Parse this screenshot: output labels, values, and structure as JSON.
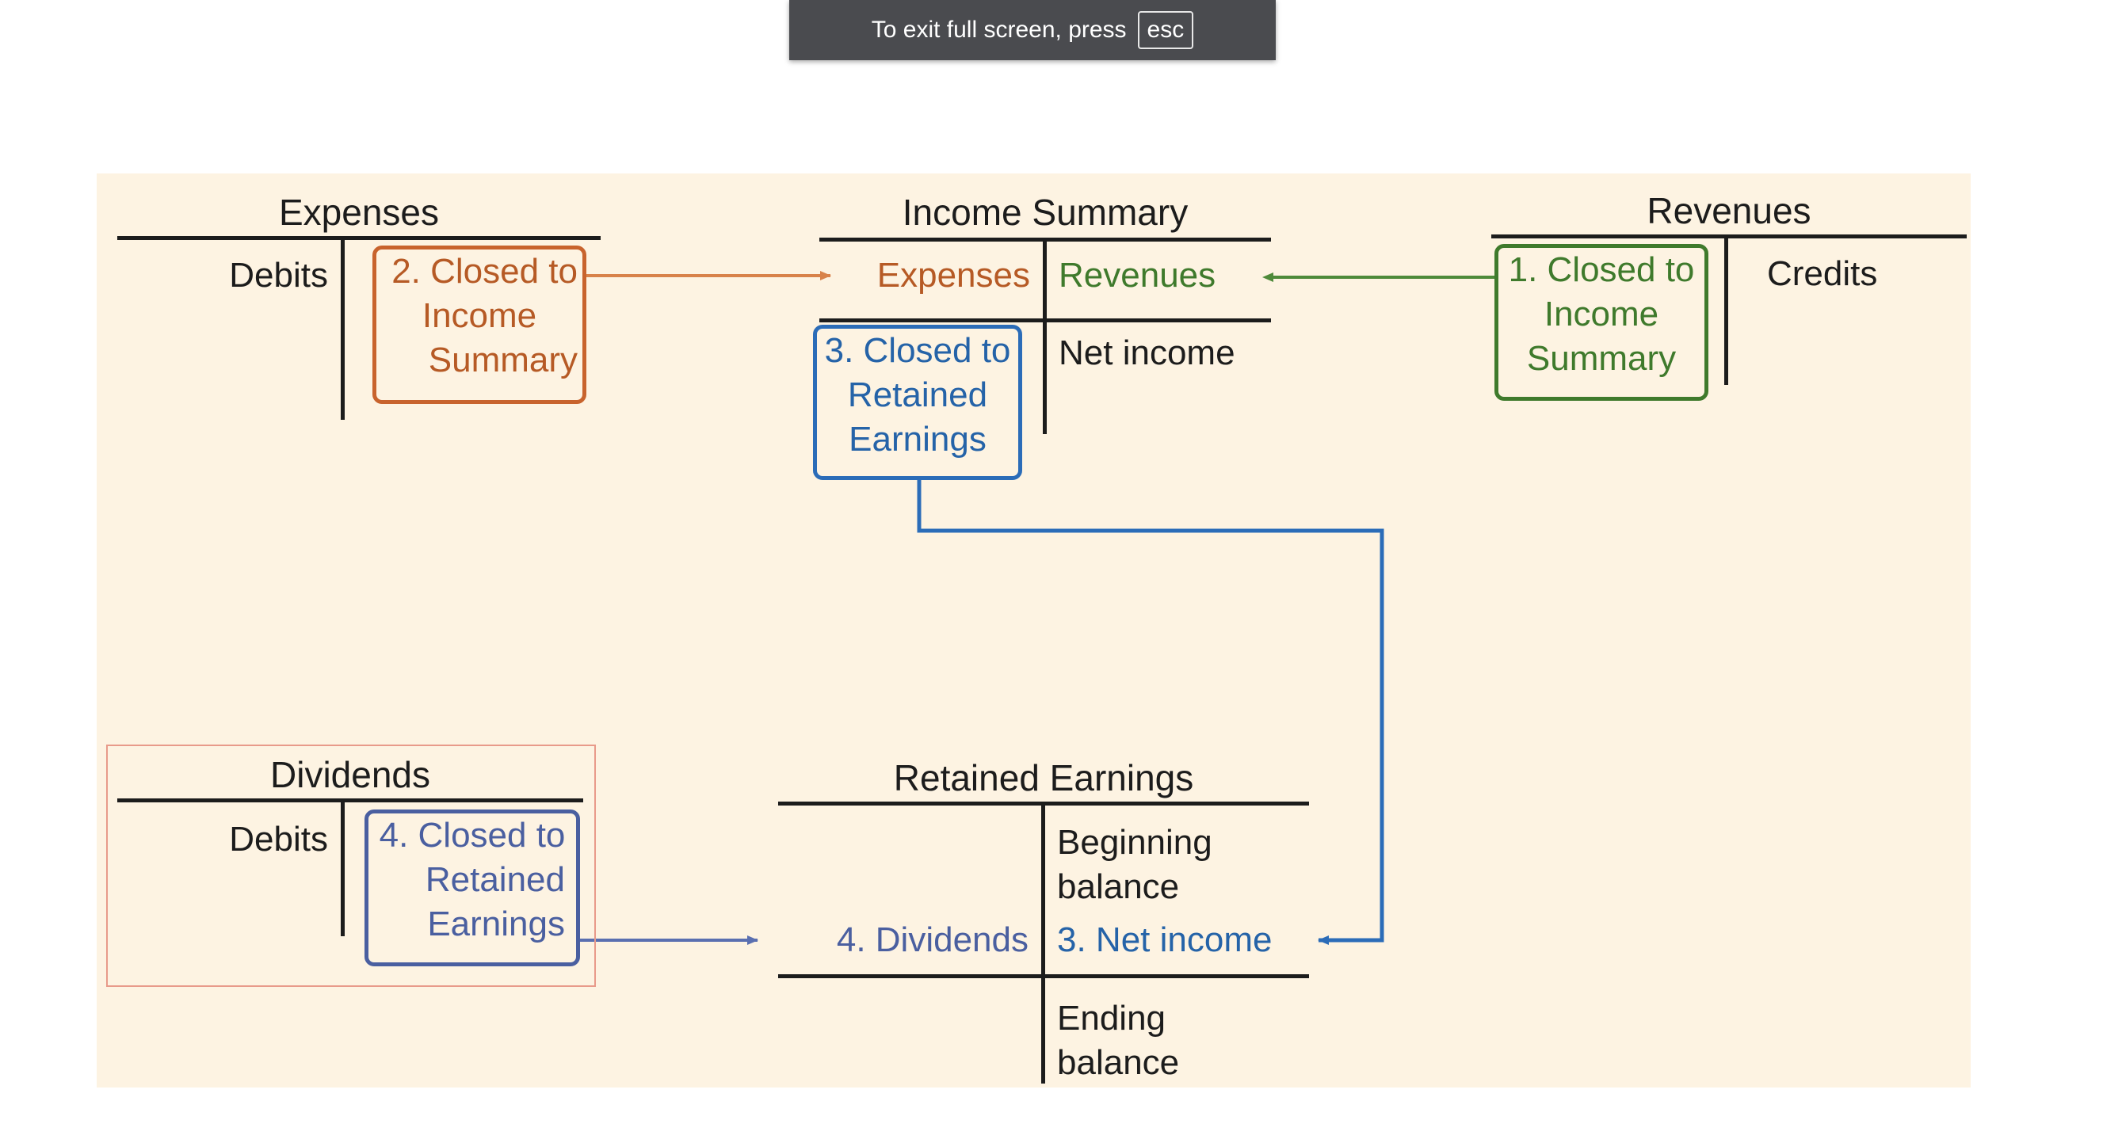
{
  "browser_notice": {
    "text": "To exit full screen, press",
    "key": "esc"
  },
  "expenses": {
    "title": "Expenses",
    "debits": "Debits",
    "closing_step": [
      "2. Closed to",
      "Income",
      "Summary"
    ]
  },
  "income_summary": {
    "title": "Income Summary",
    "left_label": "Expenses",
    "right_label": "Revenues",
    "net_income": "Net income",
    "closing_step": [
      "3. Closed to",
      "Retained",
      "Earnings"
    ]
  },
  "revenues": {
    "title": "Revenues",
    "credits": "Credits",
    "closing_step": [
      "1. Closed to",
      "Income",
      "Summary"
    ]
  },
  "dividends": {
    "title": "Dividends",
    "debits": "Debits",
    "closing_step": [
      "4. Closed to",
      "Retained",
      "Earnings"
    ]
  },
  "retained_earnings": {
    "title": "Retained Earnings",
    "beginning_balance": [
      "Beginning",
      "balance"
    ],
    "dividends_entry": "4. Dividends",
    "net_income_entry": "3. Net income",
    "ending_balance": [
      "Ending",
      "balance"
    ]
  },
  "colors": {
    "step1": "#3f7a2c",
    "step2": "#b65a25",
    "step3": "#2563a8",
    "step4": "#4a5fa0",
    "background": "#fdf3e2"
  }
}
